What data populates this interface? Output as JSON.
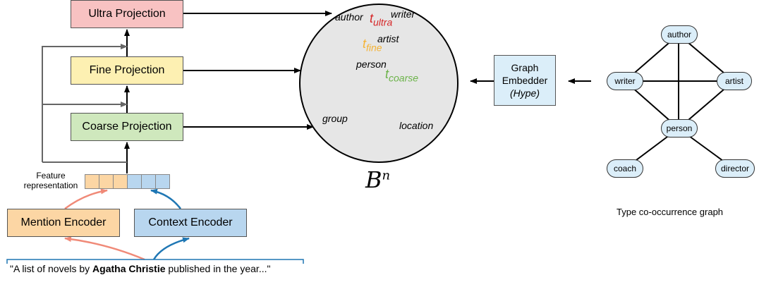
{
  "left": {
    "ultra": "Ultra Projection",
    "fine": "Fine Projection",
    "coarse": "Coarse Projection",
    "feature_line1": "Feature",
    "feature_line2": "representation",
    "mention_encoder": "Mention Encoder",
    "context_encoder": "Context Encoder",
    "sentence_pre": "\"A list of novels by ",
    "sentence_bold": "Agatha Christie",
    "sentence_post": " published in the year...\""
  },
  "ball": {
    "labels": {
      "author": "author",
      "writer": "writer",
      "artist": "artist",
      "person": "person",
      "group": "group",
      "location": "location"
    },
    "t": "t",
    "ultra_sub": "ultra",
    "fine_sub": "fine",
    "coarse_sub": "coarse",
    "caption_main": "B",
    "caption_sup": "n"
  },
  "embedder": {
    "line1": "Graph",
    "line2": "Embedder",
    "line3": "(Hype)"
  },
  "graph": {
    "nodes": {
      "author": "author",
      "writer": "writer",
      "artist": "artist",
      "person": "person",
      "coach": "coach",
      "director": "director"
    },
    "caption": "Type co-occurrence graph"
  },
  "colors": {
    "ultra": "#d62728",
    "fine": "#f5b335",
    "coarse": "#6cb34a",
    "mention_arrow": "#f08a78",
    "context_arrow": "#1f77b4"
  }
}
